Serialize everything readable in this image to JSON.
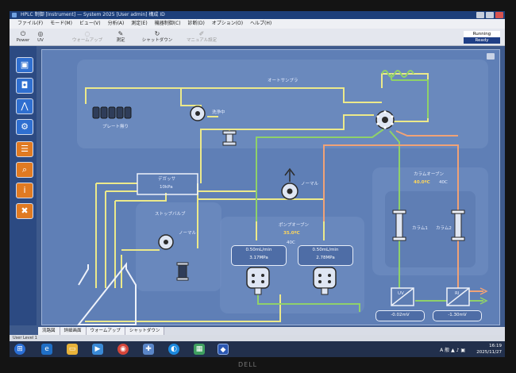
{
  "window": {
    "title": "HPLC 制御 [Instrument] — System 2025 [User admin] 構成 ID"
  },
  "menu": [
    "ファイル(F)",
    "モード(M)",
    "ビュー(V)",
    "分析(A)",
    "測定(E)",
    "機器制御(C)",
    "診断(D)",
    "オプション(O)",
    "ヘルプ(H)"
  ],
  "toolbar": {
    "power": "Power",
    "uv": "UV",
    "warmup": "ウォームアップ",
    "measure": "測定",
    "shutdown": "シャットダウン",
    "manual": "マニュアル設定"
  },
  "status": {
    "top": "Running",
    "bottom": "Ready"
  },
  "flow": {
    "autosampler": "オートサンプラ",
    "wash": "洗浄中",
    "plate": "プレート無り",
    "degasser": "デガッサ",
    "degasser_value": "10kPa",
    "stop_valve": "ストップバルブ",
    "normal_valve": "ノーマル",
    "normal_top": "ノーマル",
    "pump_oven": "ポンプオーブン",
    "pump_temp_set": "35.0ºC",
    "pump_temp": "40C",
    "column_oven": "カラムオーブン",
    "column_temp_set": "40.0ºC",
    "column_temp": "40C",
    "column1": "カラム1",
    "column2": "カラム2",
    "pump1_flow": "0.50mL/min",
    "pump1_pressure": "3.17MPa",
    "pump2_flow": "0.50mL/min",
    "pump2_pressure": "2.78MPa",
    "det1_label": "UV",
    "det1_value": "-0.02mV",
    "det2_label": "RI",
    "det2_value": "-1.30mV"
  },
  "tabs": [
    "流路図",
    "詳細画面",
    "ウォームアップ",
    "シャットダウン"
  ],
  "user": "User Level 1",
  "clock": {
    "time": "16:19",
    "date": "2025/11/27"
  },
  "tray": "A 般",
  "monitor_brand": "DELL"
}
